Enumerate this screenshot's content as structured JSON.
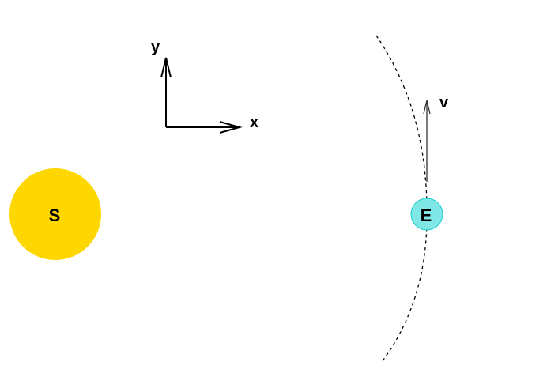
{
  "labels": {
    "sun": "S",
    "earth": "E",
    "velocity": "v",
    "x_axis": "x",
    "y_axis": "y"
  },
  "colors": {
    "sun": "#FFD700",
    "earth_fill": "#7FE8E6",
    "earth_stroke": "#20CCCC",
    "line": "#000000"
  }
}
